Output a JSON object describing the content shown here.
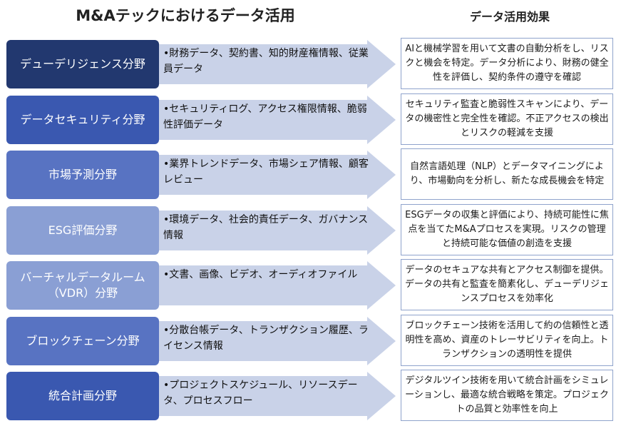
{
  "header": {
    "left_title": "M&Aテックにおけるデータ活用",
    "right_title": "データ活用効果"
  },
  "colors": {
    "arrow_fill": "#c9d2e8",
    "effect_border": "#8fa3cc",
    "domain_colors": [
      "#22386f",
      "#3a58b0",
      "#5873c2",
      "#8a9fd4",
      "#8a9fd4",
      "#5873c2",
      "#3a58b0"
    ]
  },
  "rows": [
    {
      "domain": "デューデリジェンス分野",
      "data": "•財務データ、契約書、知的財産権情報、従業員データ",
      "effect": "AIと機械学習を用いて文書の自動分析をし、リスクと機会を特定。データ分析により、財務の健全性を評価し、契約条件の遵守を確認"
    },
    {
      "domain": "データセキュリティ分野",
      "data": "•セキュリティログ、アクセス権限情報、脆弱性評価データ",
      "effect": "セキュリティ監査と脆弱性スキャンにより、データの機密性と完全性を確認。不正アクセスの検出とリスクの軽減を支援"
    },
    {
      "domain": "市場予測分野",
      "data": "•業界トレンドデータ、市場シェア情報、顧客レビュー",
      "effect": "自然言語処理（NLP）とデータマイニングにより、市場動向を分析し、新たな成長機会を特定"
    },
    {
      "domain": "ESG評価分野",
      "data": "•環境データ、社会的責任データ、ガバナンス情報",
      "effect": "ESGデータの収集と評価により、持続可能性に焦点を当てたM&Aプロセスを実現。リスクの管理と持続可能な価値の創造を支援"
    },
    {
      "domain": "バーチャルデータルーム（VDR）分野",
      "data": "•文書、画像、ビデオ、オーディオファイル",
      "effect": "データのセキュアな共有とアクセス制御を提供。データの共有と監査を簡素化し、デューデリジェンスプロセスを効率化"
    },
    {
      "domain": "ブロックチェーン分野",
      "data": "•分散台帳データ、トランザクション履歴、ライセンス情報",
      "effect": "ブロックチェーン技術を活用して約の信頼性と透明性を高め、資産のトレーサビリティを向上。トランザクションの透明性を提供"
    },
    {
      "domain": "統合計画分野",
      "data": "•プロジェクトスケジュール、リソースデータ、プロセスフロー",
      "effect": "デジタルツイン技術を用いて統合計画をシミュレーションし、最適な統合戦略を策定。プロジェクトの品質と効率性を向上"
    }
  ]
}
